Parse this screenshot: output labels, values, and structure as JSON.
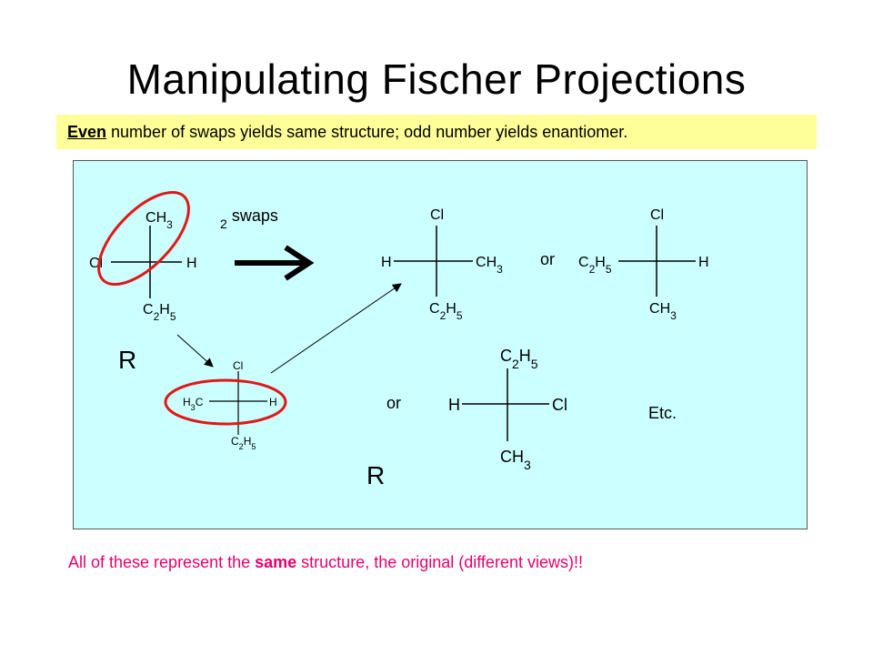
{
  "title": "Manipulating Fischer Projections",
  "banner": {
    "emphasis": "Even",
    "rest": " number of swaps yields same structure; odd number yields enantiomer."
  },
  "diagram": {
    "swaps_label": "2 swaps",
    "or_label": "or",
    "etc_label": "Etc.",
    "config_label": "R",
    "atoms": {
      "cl": "Cl",
      "h": "H",
      "h3c": "H3C",
      "ch3": "CH3",
      "c2h5": "C2H5"
    },
    "colors": {
      "panel": "#ccffff",
      "ring": "#e01818",
      "banner": "#ffff99",
      "footer": "#e8006e"
    }
  },
  "footer": {
    "before": "All of these represent the ",
    "emphasis": "same",
    "after": " structure, the original (different views)!!"
  }
}
